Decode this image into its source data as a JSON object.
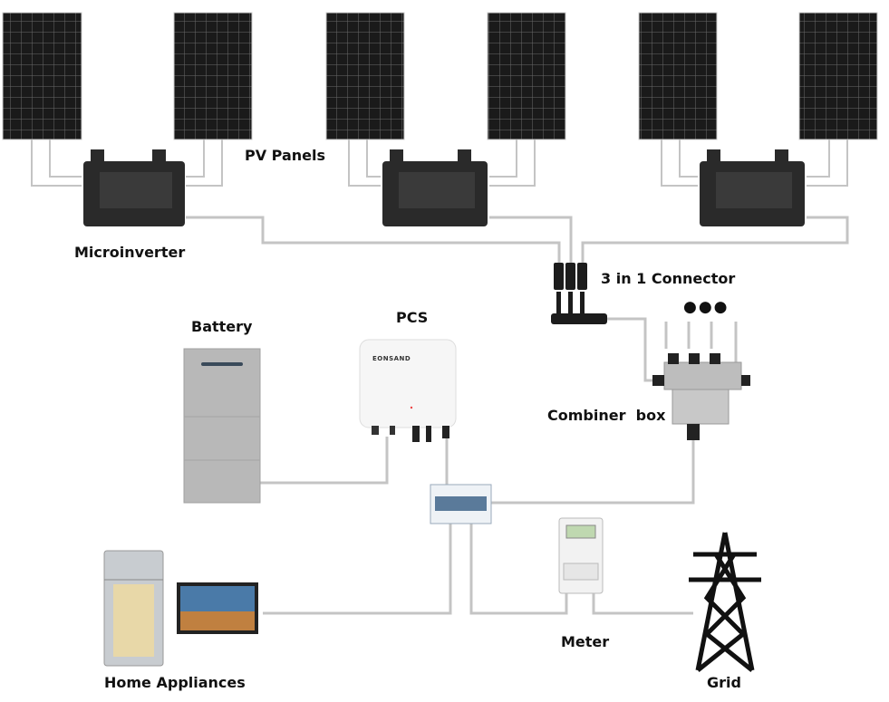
{
  "labels": {
    "pv_panels": "PV Panels",
    "microinverter": "Microinverter",
    "connector": "3 in 1 Connector",
    "battery": "Battery",
    "pcs": "PCS",
    "combiner_box": "Combiner  box",
    "home_appliances": "Home Appliances",
    "meter": "Meter",
    "grid": "Grid",
    "ellipsis": "●●●"
  },
  "pcs_logo": "EONSAND",
  "colors": {
    "wire": "#c4c4c4",
    "panel": "#1a1a1a",
    "panel_grid": "#6a6a6a",
    "device_gray": "#b8b8b8",
    "pcs_white": "#f6f6f6"
  }
}
